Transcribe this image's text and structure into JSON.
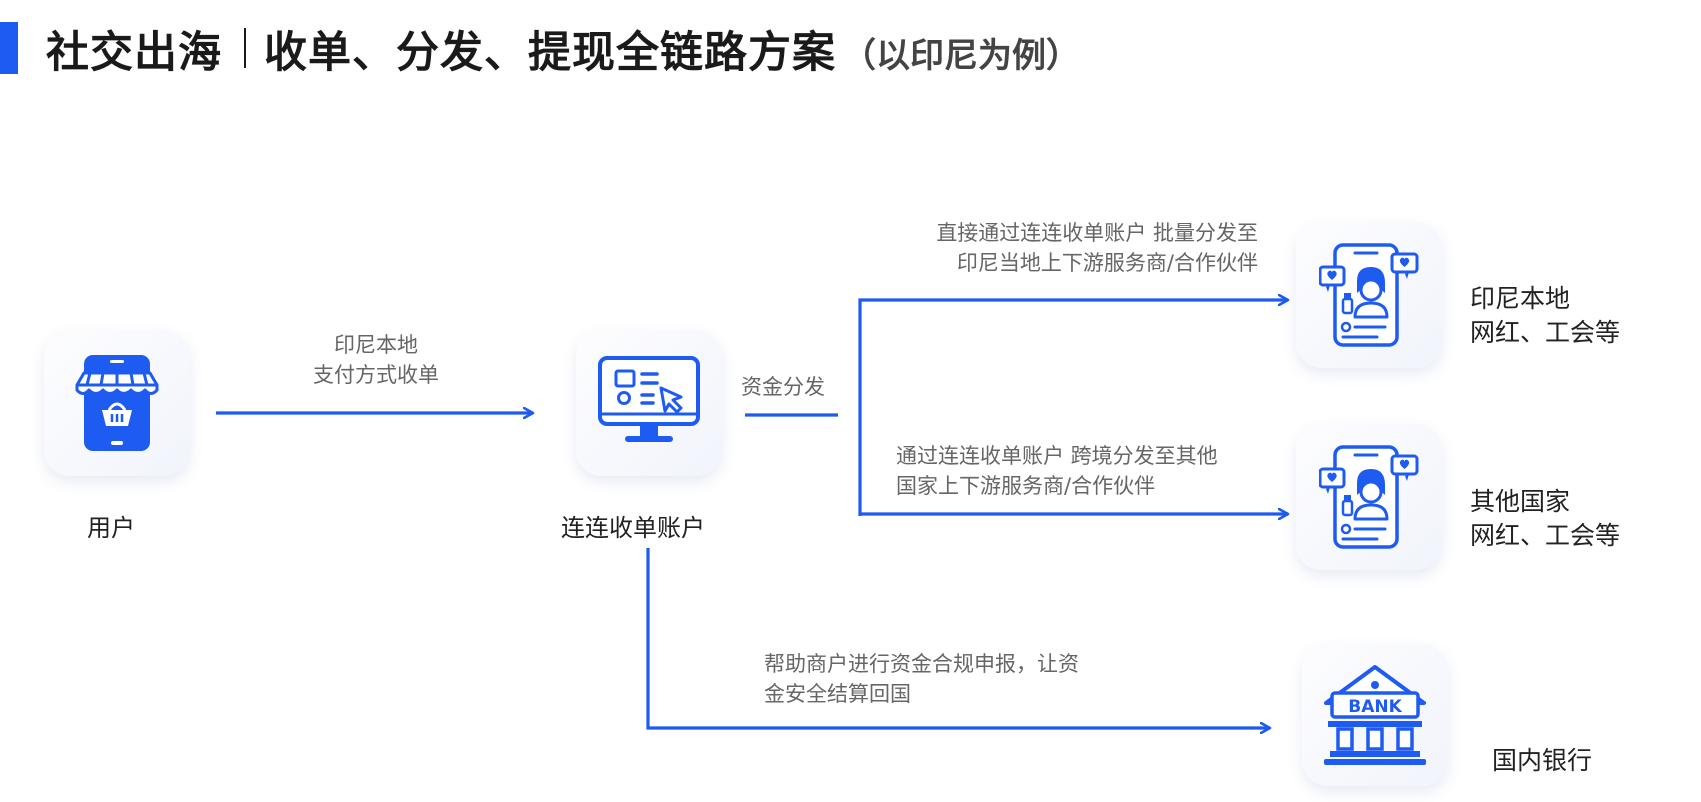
{
  "header": {
    "title_main": "社交出海",
    "title_part2": "收单、分发、提现全链路方案",
    "title_sub": "（以印尼为例）"
  },
  "nodes": {
    "user": {
      "label": "用户",
      "icon": "shop-phone-icon"
    },
    "account": {
      "label": "连连收单账户",
      "icon": "monitor-dashboard-icon"
    },
    "indonesia": {
      "label_line1": "印尼本地",
      "label_line2": "网红、工会等",
      "icon": "influencer-phone-icon"
    },
    "other": {
      "label_line1": "其他国家",
      "label_line2": "网红、工会等",
      "icon": "influencer-phone-icon"
    },
    "bank": {
      "label": "国内银行",
      "icon": "bank-icon",
      "icon_text": "BANK"
    }
  },
  "edges": {
    "collect": {
      "line1": "印尼本地",
      "line2": "支付方式收单"
    },
    "distribute": {
      "label": "资金分发"
    },
    "local": {
      "line1": "直接通过连连收单账户 批量分发至",
      "line2": "印尼当地上下游服务商/合作伙伴"
    },
    "cross": {
      "line1": "通过连连收单账户 跨境分发至其他",
      "line2": "国家上下游服务商/合作伙伴"
    },
    "settle": {
      "line1": "帮助商户进行资金合规申报，让资",
      "line2": "金安全结算回国"
    }
  },
  "colors": {
    "accent": "#1e5bf0",
    "text": "#222222",
    "muted": "#666666"
  }
}
